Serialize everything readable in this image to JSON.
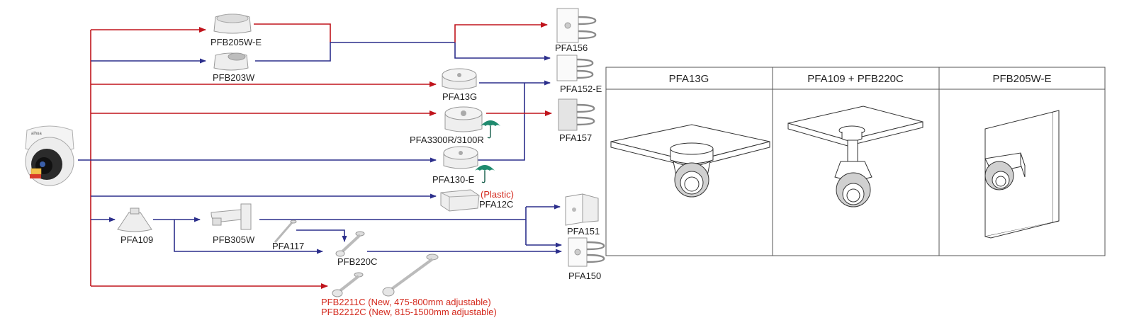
{
  "diagram": {
    "camera": {
      "brand": "alhua"
    },
    "parts": {
      "pfb205we": "PFB205W-E",
      "pfb203w": "PFB203W",
      "pfa13g": "PFA13G",
      "pfa3300r": "PFA3300R/3100R",
      "pfa130e": "PFA130-E",
      "pfa12c": "PFA12C",
      "plastic_note": "(Plastic)",
      "pfa109": "PFA109",
      "pfb305w": "PFB305W",
      "pfa117": "PFA117",
      "pfb220c": "PFB220C",
      "pfb2211c": "PFB2211C  (New, 475-800mm adjustable)",
      "pfb2212c": "PFB2212C  (New, 815-1500mm adjustable)",
      "pfa156": "PFA156",
      "pfa152e": "PFA152-E",
      "pfa157": "PFA157",
      "pfa151": "PFA151",
      "pfa150": "PFA150"
    },
    "table": {
      "headers": [
        "PFA13G",
        "PFA109 + PFB220C",
        "PFB205W-E"
      ]
    },
    "colors": {
      "red_line": "#c0141c",
      "blue_line": "#2c2f8c",
      "red_text": "#d42a1e",
      "umbrella": "#1f8a6e"
    }
  }
}
